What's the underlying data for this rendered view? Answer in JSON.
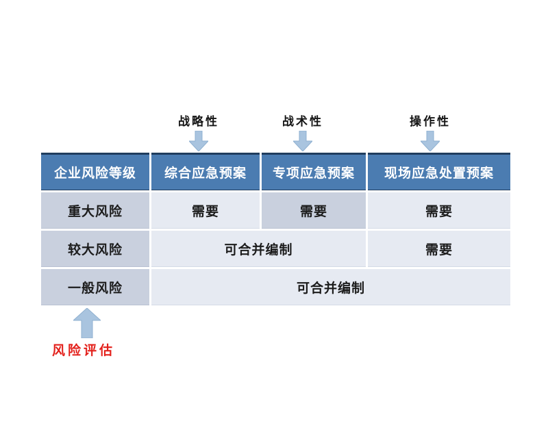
{
  "annotations": {
    "top_labels": [
      {
        "label": "战略性"
      },
      {
        "label": "战术性"
      },
      {
        "label": "操作性"
      }
    ],
    "bottom_label": "风险评估"
  },
  "table": {
    "headers": [
      "企业风险等级",
      "综合应急预案",
      "专项应急预案",
      "现场应急处置预案"
    ],
    "rows": [
      {
        "level": "重大风险",
        "cells": [
          "需要",
          "需要",
          "需要"
        ]
      },
      {
        "level": "较大风险",
        "cells": [
          "可合并编制",
          "需要"
        ]
      },
      {
        "level": "一般风险",
        "cells": [
          "可合并编制"
        ]
      }
    ]
  },
  "icons": {
    "down_arrow": "down-arrow-icon",
    "up_arrow": "up-arrow-icon"
  },
  "colors": {
    "page_bg": "#ffffff",
    "header_bg": "#4b7cb1",
    "header_border": "#203d5e",
    "header_text": "#ffffff",
    "dark_cell_bg": "#c9d0de",
    "light_cell_bg": "#e6eaf2",
    "cell_text": "#1c1c1c",
    "arrow_fill": "#a9c4df",
    "arrow_stroke": "#8fb0d0",
    "label_text": "#141414",
    "assessment_label_color": "#e3201b"
  }
}
